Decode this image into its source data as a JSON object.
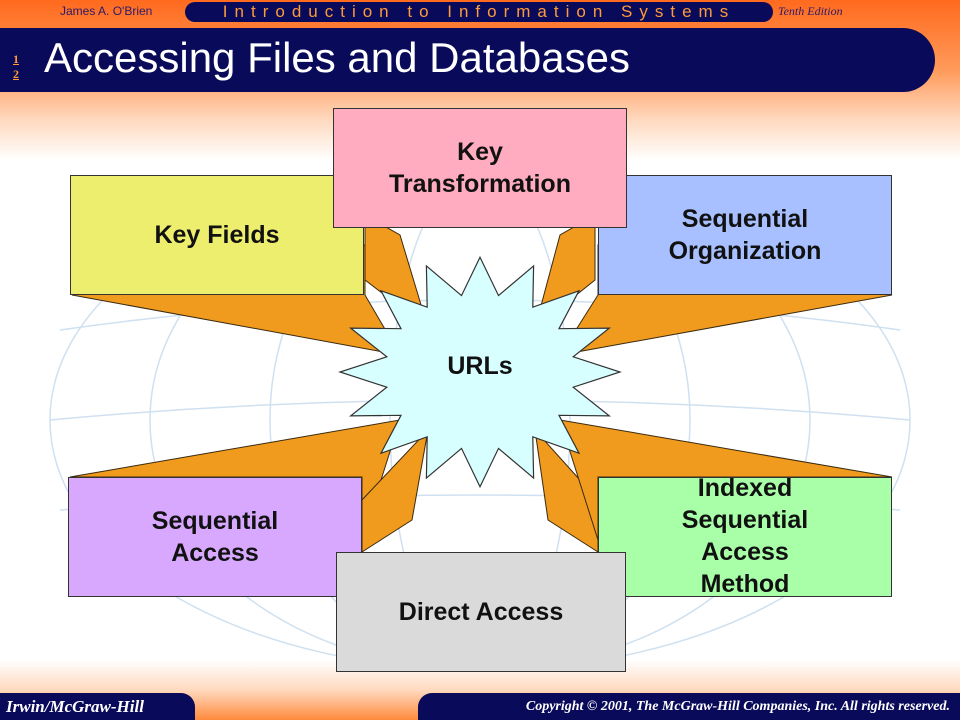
{
  "header": {
    "author": "James A. O'Brien",
    "series": "Introduction to Information Systems",
    "edition": "Tenth Edition",
    "slide_number": [
      "1",
      "2"
    ]
  },
  "slide": {
    "title": "Accessing Files and Databases"
  },
  "diagram": {
    "center": "URLs",
    "boxes": {
      "key_fields": "Key Fields",
      "key_transformation": "Key Transformation",
      "sequential_organization": "Sequential Organization",
      "sequential_access": "Sequential Access",
      "direct_access": "Direct Access",
      "isam": "Indexed Sequential Access Method"
    }
  },
  "footer": {
    "publisher": "Irwin/McGraw-Hill",
    "copyright": "Copyright © 2001, The McGraw-Hill Companies, Inc. All rights reserved."
  },
  "colors": {
    "navy": "#0a0a5a",
    "orange": "#ff8a3c",
    "spoke": "#f09a1e",
    "key_fields": "#eeee6e",
    "key_transformation": "#ffacc0",
    "sequential_organization": "#a8c0ff",
    "sequential_access": "#d8a8ff",
    "direct_access": "#dadada",
    "isam": "#a8ffa8",
    "star": "#d8ffff"
  }
}
